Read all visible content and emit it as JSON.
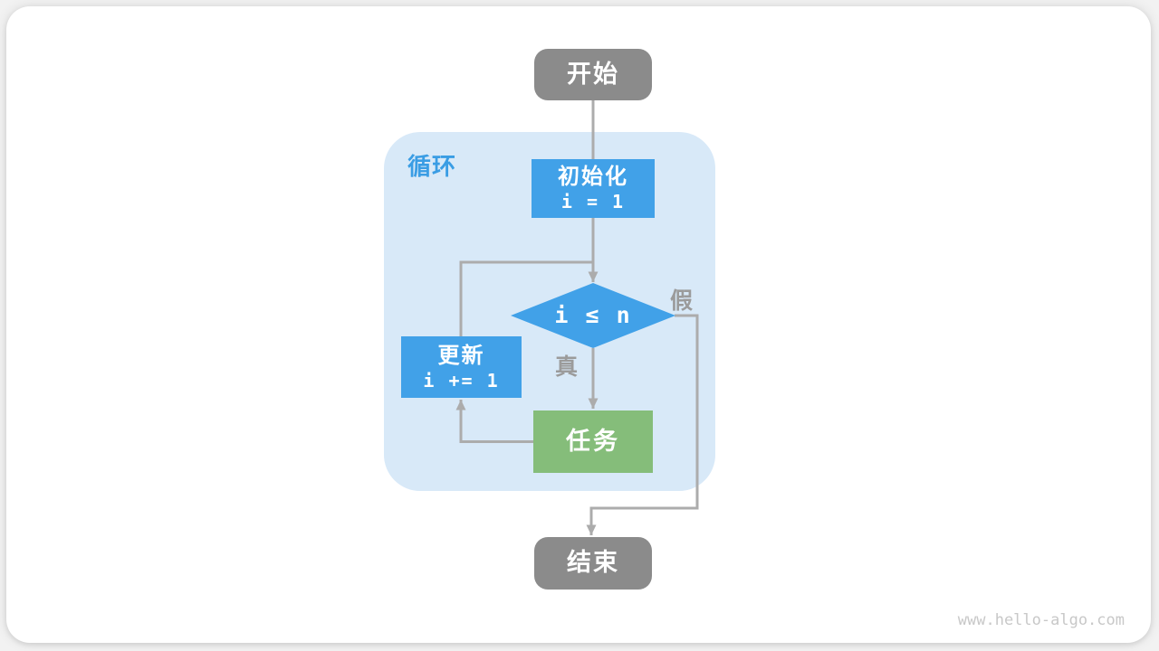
{
  "page": {
    "watermark": "www.hello-algo.com"
  },
  "flowchart": {
    "loop_label": "循环",
    "nodes": {
      "start": {
        "label": "开始"
      },
      "init": {
        "title": "初始化",
        "code": "i = 1"
      },
      "condition": {
        "label": "i ≤ n"
      },
      "update": {
        "title": "更新",
        "code": "i += 1"
      },
      "task": {
        "label": "任务"
      },
      "end": {
        "label": "结束"
      }
    },
    "edge_labels": {
      "true_label": "真",
      "false_label": "假"
    },
    "colors": {
      "terminal_gray": "#8B8B8B",
      "process_blue": "#41A1E8",
      "task_green": "#85BD7A",
      "loop_background": "#D8E9F8",
      "loop_label_blue": "#3A9DE4",
      "edge_label_gray": "#9B9B9B",
      "connector_gray": "#ACACAC",
      "watermark_gray": "#C8C8C8"
    }
  }
}
